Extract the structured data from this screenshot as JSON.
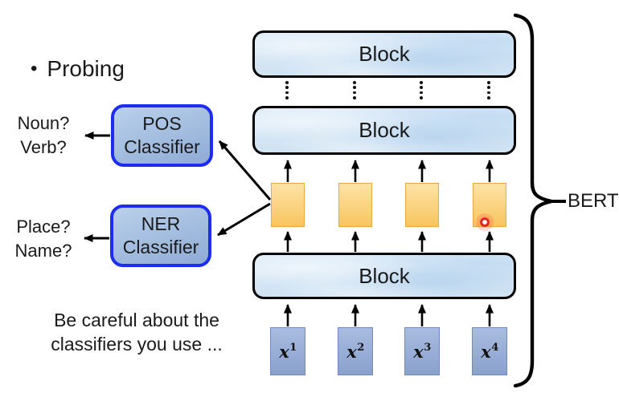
{
  "title_bullet": {
    "marker": "•",
    "label": "Probing"
  },
  "probe_outputs": {
    "pos": {
      "line1": "Noun?",
      "line2": "Verb?"
    },
    "ner": {
      "line1": "Place?",
      "line2": "Name?"
    }
  },
  "classifiers": {
    "pos": {
      "line1": "POS",
      "line2": "Classifier"
    },
    "ner": {
      "line1": "NER",
      "line2": "Classifier"
    }
  },
  "blocks": {
    "top": "Block",
    "middle": "Block",
    "bottom": "Block"
  },
  "inputs": [
    {
      "base": "x",
      "sup": "1"
    },
    {
      "base": "x",
      "sup": "2"
    },
    {
      "base": "x",
      "sup": "3"
    },
    {
      "base": "x",
      "sup": "4"
    }
  ],
  "brace_label": "BERT",
  "note": {
    "line1": "Be careful about the",
    "line2": "classifiers you use ..."
  },
  "colors": {
    "classifier-border": "#1c2cf0",
    "classifier-fill-top": "#bad1eb",
    "classifier-fill-bottom": "#8fabd5",
    "block-fill": "#dcebf8",
    "token-fill-top": "#fde3a6",
    "token-fill-bottom": "#f8c55f",
    "token-border": "#e9aa42",
    "input-fill-top": "#a9bce0",
    "input-fill-bottom": "#8aa1cd",
    "input-border": "#7289bd",
    "laser-red": "#e02222",
    "line-color": "#000000"
  }
}
